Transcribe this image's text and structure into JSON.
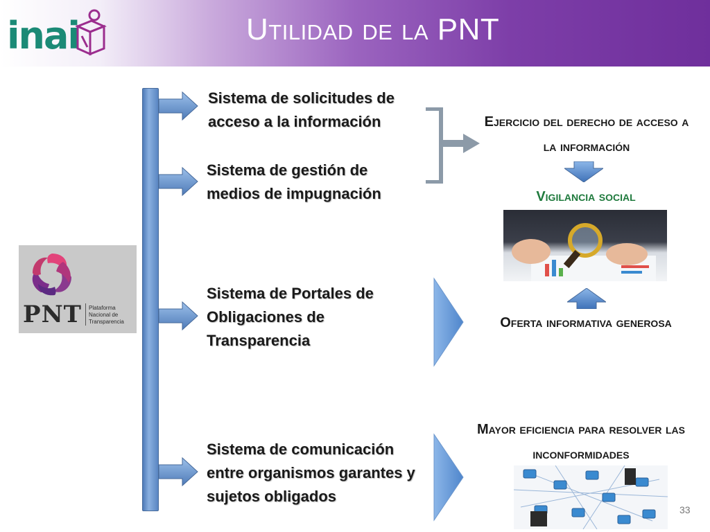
{
  "header": {
    "logo_text": "inai",
    "title": "Utilidad de la PNT",
    "logo_color": "#1b8a76",
    "band_color": "#6f2f9c"
  },
  "pnt_logo": {
    "letters": "PNT",
    "subtitle": "Plataforma Nacional de Transparencia"
  },
  "systems": [
    {
      "label": "Sistema de solicitudes de acceso a la información"
    },
    {
      "label": "Sistema de gestión de medios de impugnación"
    },
    {
      "label": "Sistema de Portales de Obligaciones de Transparencia"
    },
    {
      "label": "Sistema de comunicación entre organismos garantes y sujetos obligados"
    }
  ],
  "outcomes": {
    "ejercicio": "Ejercicio del derecho de acceso a la información",
    "vigilancia": "Vigilancia social",
    "oferta": "Oferta informativa generosa",
    "eficiencia": "Mayor eficiencia para resolver las inconformidades"
  },
  "icons": {
    "photo_top": "magnifying-glass-chart-image",
    "photo_bottom": "computer-network-image"
  },
  "colors": {
    "arrow_blue": "#5b8fd1",
    "vigilancia_green": "#1f7a3d"
  },
  "page_number": "33"
}
